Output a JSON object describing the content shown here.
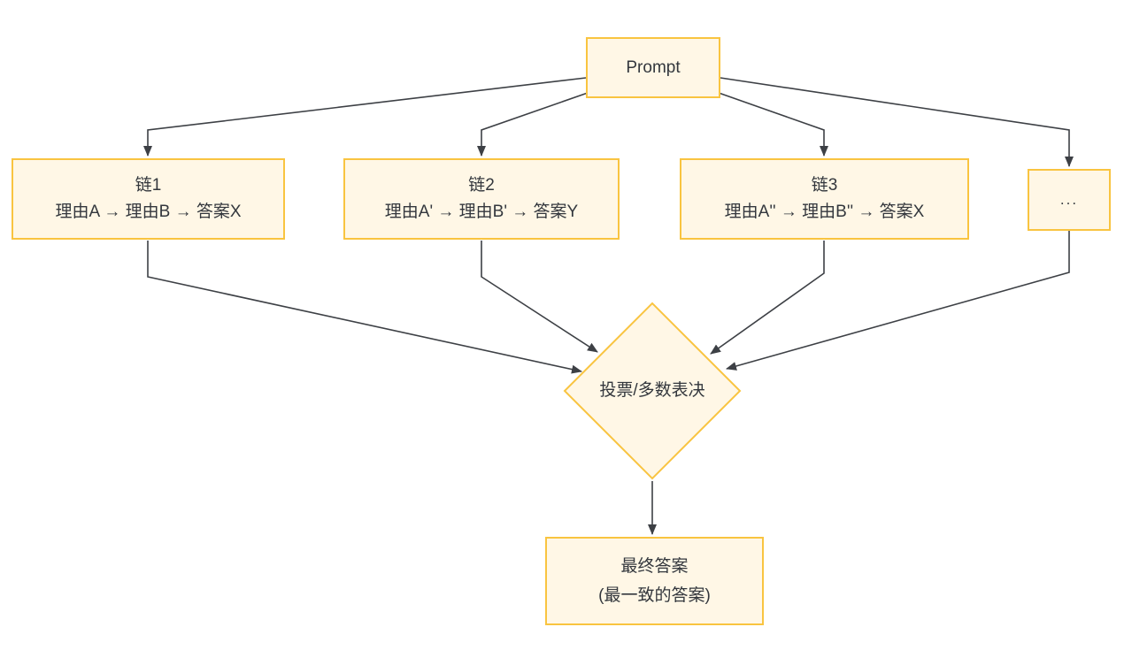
{
  "diagram": {
    "type": "flowchart",
    "nodes": {
      "prompt": {
        "label": "Prompt"
      },
      "chain1": {
        "title": "链1",
        "detail": "理由A → 理由B → 答案X"
      },
      "chain2": {
        "title": "链2",
        "detail": "理由A' → 理由B' → 答案Y"
      },
      "chain3": {
        "title": "链3",
        "detail": "理由A'' → 理由B'' → 答案X"
      },
      "ellipsis": {
        "label": "..."
      },
      "vote": {
        "label": "投票/多数表决"
      },
      "final": {
        "line1": "最终答案",
        "line2": "(最一致的答案)"
      }
    },
    "edges": [
      {
        "from": "prompt",
        "to": "chain1"
      },
      {
        "from": "prompt",
        "to": "chain2"
      },
      {
        "from": "prompt",
        "to": "chain3"
      },
      {
        "from": "prompt",
        "to": "ellipsis"
      },
      {
        "from": "chain1",
        "to": "vote"
      },
      {
        "from": "chain2",
        "to": "vote"
      },
      {
        "from": "chain3",
        "to": "vote"
      },
      {
        "from": "ellipsis",
        "to": "vote"
      },
      {
        "from": "vote",
        "to": "final"
      }
    ],
    "colors": {
      "fill": "#FFF7E6",
      "border": "#F9C440",
      "line": "#3D4045",
      "text": "#33373D",
      "background": "#FFFFFF"
    }
  }
}
